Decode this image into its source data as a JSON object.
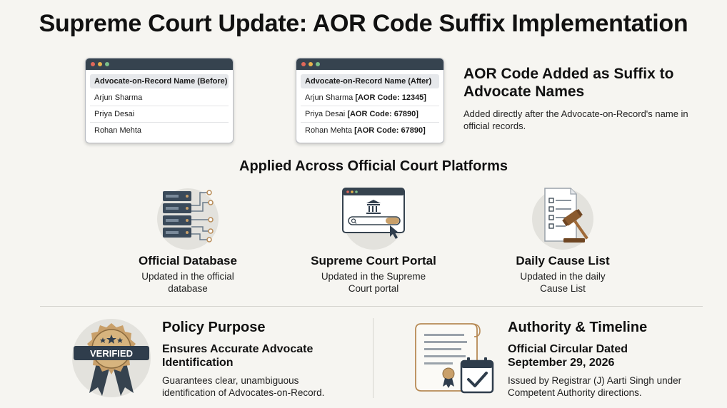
{
  "title": "Supreme Court Update: AOR Code Suffix Implementation",
  "before_table": {
    "header": "Advocate-on-Record Name (Before)",
    "rows": [
      "Arjun Sharma",
      "Priya Desai",
      "Rohan Mehta"
    ]
  },
  "after_table": {
    "header": "Advocate-on-Record Name (After)",
    "rows": [
      {
        "name": "Arjun Sharma",
        "code": "[AOR Code: 12345]"
      },
      {
        "name": "Priya Desai",
        "code": "[AOR Code: 67890]"
      },
      {
        "name": "Rohan Mehta",
        "code": "[AOR Code: 67890]"
      }
    ]
  },
  "aor": {
    "heading": "AOR Code Added as Suffix to Advocate Names",
    "description": "Added directly after the Advocate-on-Record's name in official records."
  },
  "platforms": {
    "heading": "Applied Across Official Court Platforms",
    "items": [
      {
        "name": "Official Database",
        "description": "Updated in the official database",
        "icon": "server-icon"
      },
      {
        "name": "Supreme Court Portal",
        "description": "Updated in the Supreme Court portal",
        "icon": "browser-icon"
      },
      {
        "name": "Daily Cause List",
        "description": "Updated in the daily Cause List",
        "icon": "gavel-icon"
      }
    ]
  },
  "policy": {
    "heading": "Policy Purpose",
    "subheading": "Ensures Accurate Advocate Identification",
    "description": "Guarantees clear, unambiguous identification of Advocates-on-Record.",
    "badge_text": "VERIFIED"
  },
  "authority": {
    "heading": "Authority & Timeline",
    "subheading": "Official Circular Dated September 29, 2026",
    "description": "Issued by Registrar (J) Aarti Singh under Competent Authority directions."
  },
  "colors": {
    "window_bar": "#36434f",
    "dot_red": "#e0685a",
    "dot_yellow": "#e8b34c",
    "dot_green": "#7cc08a",
    "accent_tan": "#b78a55",
    "navy": "#2f3d4c"
  }
}
